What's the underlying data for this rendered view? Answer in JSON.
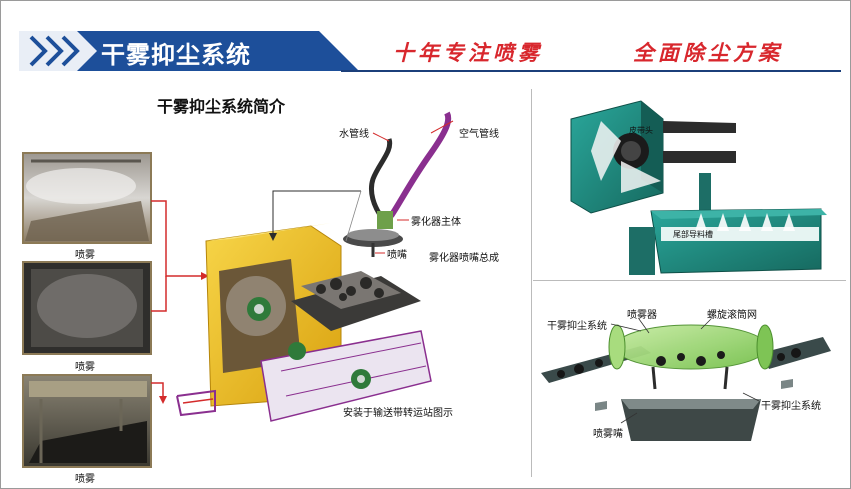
{
  "header": {
    "title": "干雾抑尘系统",
    "slogan_1": "十年专注喷雾",
    "slogan_2": "全面除尘方案"
  },
  "left_panel": {
    "section_title": "干雾抑尘系统简介",
    "photo_captions": [
      "喷雾",
      "喷雾",
      "喷雾"
    ],
    "callouts": {
      "water_pipe": "水管线",
      "air_pipe": "空气管线",
      "atomizer_body": "雾化器主体",
      "nozzle": "喷嘴",
      "nozzle_assembly": "雾化器喷嘴总成",
      "conveyor_caption": "安装于输送带转运站图示"
    }
  },
  "top_right_panel": {
    "belt_head_label": "皮带头",
    "chute_label": "尾部导料槽"
  },
  "bottom_right_panel": {
    "system_label_top": "干雾抑尘系统",
    "sprayer_label": "喷雾器",
    "drum_screen_label": "螺旋滚筒网",
    "system_label_bottom": "干雾抑尘系统",
    "nozzle_label": "喷雾嘴"
  },
  "colors": {
    "header_blue": "#1d4f9a",
    "slogan_red": "#d8272d",
    "machine_yellow": "#f2c21b",
    "pipe_purple": "#8a2f8f",
    "callout_red": "#d42b2b",
    "housing_teal": "#1f8c83"
  }
}
